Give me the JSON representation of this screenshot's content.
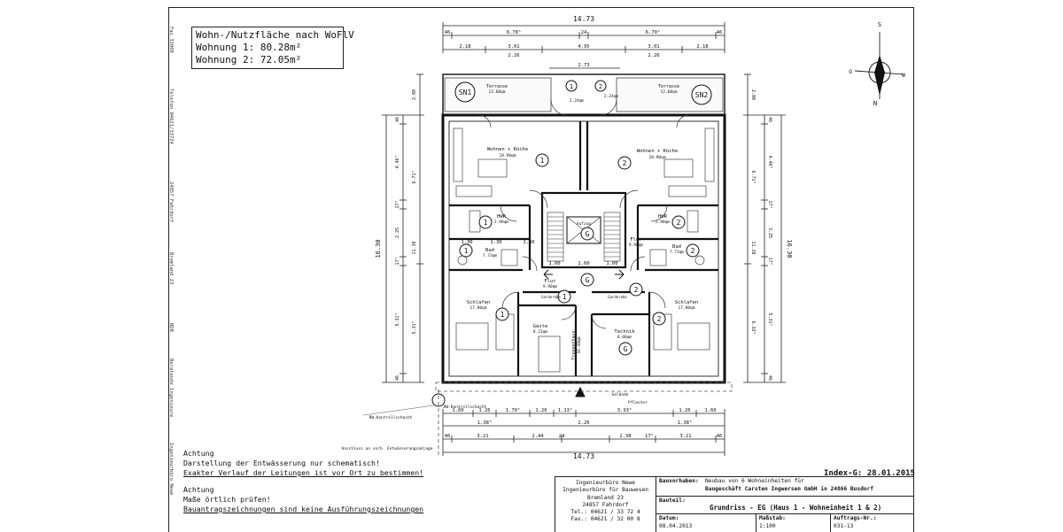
{
  "sidebar_vertical_text": [
    "Ingenieurbüro Newe",
    "Beratende Ingenieure",
    "BDB",
    "Bremland 23",
    "24857 Fahrdorf",
    "Telefon 04621/33724",
    "Fax 32008"
  ],
  "area_box": {
    "title": "Wohn-/Nutzfläche nach WoFlV",
    "unit1": "Wohnung 1: 80.28m²",
    "unit2": "Wohnung 2: 72.05m²"
  },
  "dimensions": {
    "top_overall": "14.73",
    "top_row1": [
      "46",
      "6.78⁵",
      "24",
      "6.70⁵",
      "46"
    ],
    "top_row2": [
      "2.18",
      "3.01",
      "4.95",
      "3.01",
      "2.18"
    ],
    "top_row2b": [
      "2.26",
      "2.26"
    ],
    "top_center": "2.73",
    "bottom_overall": "14.73",
    "bottom_row1": [
      "1.60",
      "1.26",
      "1.70⁵",
      "1.26",
      "1.13⁵",
      "3.93⁵",
      "1.26",
      "1.60"
    ],
    "bottom_row1b": [
      "1.38⁵",
      "2.26",
      "1.38⁵"
    ],
    "bottom_row2": [
      "46",
      "3.21",
      "2.44",
      "24",
      "2.38",
      "17⁵",
      "3.21",
      "46"
    ],
    "left_overall": "16.30",
    "left_parts": [
      "46",
      "4.46⁵",
      "17⁵",
      "2.25",
      "17⁵",
      "5.31⁵",
      "46"
    ],
    "left_sub": [
      "2.00",
      "6.71⁵",
      "11.38",
      "5.31⁵"
    ],
    "right_overall": "16.30",
    "right_parts": [
      "46",
      "4.46⁵",
      "17⁵",
      "3.25",
      "17⁵",
      "5.31⁵",
      "46"
    ],
    "right_sub": [
      "2.00",
      "6.71⁵",
      "11.38",
      "6.32⁵"
    ],
    "center_dims": [
      "1.00",
      "1.60",
      "1.00",
      "1.30",
      "1.30",
      "1.30"
    ]
  },
  "rooms": {
    "terrace_left": "Terrasse",
    "terrace_left_area": "12.60qm",
    "terrace_right": "Terrasse",
    "terrace_right_area": "12.60qm",
    "living_left": "Wohnen + Küche",
    "living_left_area": "28.90qm",
    "living_right": "Wohnen + Küche",
    "living_right_area": "28.90qm",
    "hwr_left": "HWR",
    "hwr_left_area": "2.90qm",
    "hwr_right": "HWR",
    "hwr_right_area": "2.90qm",
    "bath_left": "Bad",
    "bath_left_area": "7.73qm",
    "bath_right": "Bad",
    "bath_right_area": "7.73qm",
    "hall_left": "Flur",
    "hall_left_area": "9.90qm",
    "hall_right": "Flur",
    "hall_right_area": "9.90qm",
    "bed_left": "Schlafen",
    "bed_left_area": "17.00qm",
    "bed_right": "Schlafen",
    "bed_right_area": "17.00qm",
    "guest": "Gäste",
    "guest_area": "8.23qm",
    "tech": "Technik",
    "tech_area": "8.00qm",
    "stair": "Treppenhaus",
    "stair_area": "16.48qm",
    "lift": "Aufzug",
    "wardrobe": "Garderobe",
    "sn1": "SN1",
    "sn2": "SN2",
    "unit_tags": [
      "1",
      "2",
      "G"
    ],
    "terrace_small_left": "2.24qm",
    "terrace_small_right": "2.24qm"
  },
  "plan_labels": {
    "north": "N",
    "south": "S",
    "west": "O",
    "east": "W",
    "drain_note_left": "RW-Kontrollschacht",
    "drain_note_right": "Anschluss an vorh. Entwässerungsanlage",
    "schacht": "RW-Kontrollschacht",
    "grade": "Gelände",
    "finish": "Pflaster"
  },
  "notes": {
    "line1": "Achtung",
    "line2": "Darstellung der Entwässerung nur schematisch!",
    "line3": "Exakter Verlauf der Leitungen ist vor Ort zu bestimmen!",
    "line4": "Achtung",
    "line5": "Maße örtlich prüfen!",
    "line6": "Bauantragszeichnungen sind keine Ausführungszeichnungen"
  },
  "index_g": "Index-G: 28.01.2015",
  "titleblock": {
    "office": [
      "Ingenieurbüro Newe",
      "Ingenieurbüro für Bauwesen",
      "Bremland 23",
      "24857 Fahrdorf",
      "Tel.: 04621 / 33 72 4",
      "Fax.: 04621 / 32 00 8"
    ],
    "bauvorhaben_label": "Bauvorhaben:",
    "bauvorhaben_1": "Neubau von 6 Wohneinheiten für",
    "bauvorhaben_2": "Baugeschäft Carsten Ingwersen GmbH in 24866 Busdorf",
    "bauteil_label": "Bauteil:",
    "bauteil": "Grundriss - EG (Haus 1 - Wohneinheit 1 & 2)",
    "datum_label": "Datum:",
    "datum": "08.04.2013",
    "massstab_label": "Maßstab:",
    "massstab": "1:100",
    "auftrag_label": "Auftrags-Nr.:",
    "auftrag": "031-13"
  }
}
